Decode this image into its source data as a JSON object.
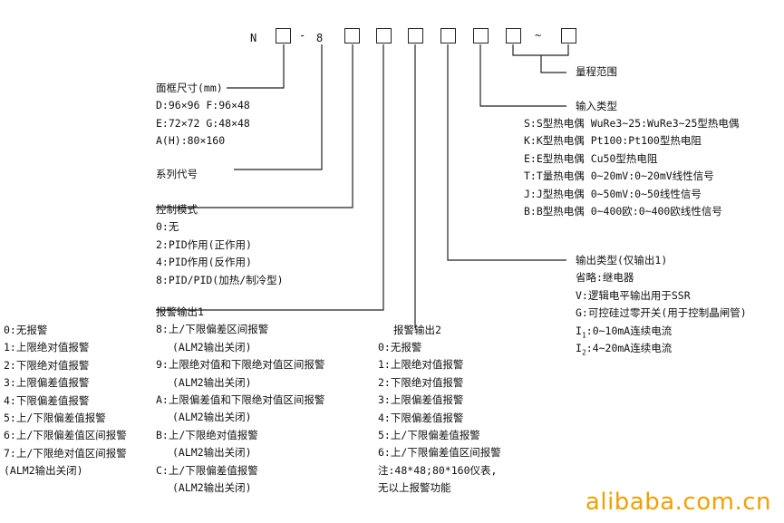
{
  "header": {
    "prefix": "N",
    "dash": "-",
    "series": "8",
    "tilde": "~"
  },
  "range": {
    "title": "量程范围"
  },
  "panel_size": {
    "title": "面框尺寸(mm)",
    "items": [
      "D:96×96 F:96×48",
      "E:72×72 G:48×48",
      "A(H):80×160"
    ]
  },
  "series_code": {
    "title": "系列代号"
  },
  "control_mode": {
    "title": "控制模式",
    "items": [
      "0:无",
      "2:PID作用(正作用)",
      "4:PID作用(反作用)",
      "8:PID/PID(加热/制冷型)"
    ]
  },
  "input_type": {
    "title": "输入类型",
    "items": [
      "S:S型热电偶  WuRe3~25:WuRe3~25型热电偶",
      "K:K型热电偶  Pt100:Pt100型热电阻",
      "E:E型热电偶  Cu50型热电阻",
      "T:T量热电偶  0~20mV:0~20mV线性信号",
      "J:J型热电偶  0~50mV:0~50线性信号",
      "B:B型热电偶  0~400欧:0~400欧线性信号"
    ]
  },
  "output_type": {
    "title": "输出类型(仅输出1)",
    "items": [
      "省略:继电器",
      "V:逻辑电平输出用于SSR",
      "G:可控硅过零开关(用于控制晶闸管)"
    ],
    "i1_label": "I",
    "i1_sub": "1",
    "i1_text": ":0~10mA连续电流",
    "i2_label": "I",
    "i2_sub": "2",
    "i2_text": ":4~20mA连续电流"
  },
  "alarm1_left": {
    "items": [
      "0:无报警",
      "1:上限绝对值报警",
      "2:下限绝对值报警",
      "3:上限偏差值报警",
      "4:下限偏差值报警",
      "5:上/下限偏差值报警",
      "6:上/下限偏差值区间报警",
      "7:上/下限绝对值区间报警",
      "(ALM2输出关闭)"
    ]
  },
  "alarm1": {
    "title": "报警输出1",
    "items": [
      "8:上/下限偏差区间报警",
      "(ALM2输出关闭)",
      "9:上限绝对值和下限绝对值区间报警",
      "(ALM2输出关闭)",
      "A:上限偏差值和下限绝对值区间报警",
      "(ALM2输出关闭)",
      "B:上/下限绝对值报警",
      "(ALM2输出关闭)",
      "C:上/下限偏差值报警",
      "(ALM2输出关闭)"
    ]
  },
  "alarm2": {
    "title": "报警输出2",
    "items": [
      "0:无报警",
      "1:上限绝对值报警",
      "2:下限绝对值报警",
      "3:上限偏差值报警",
      "4:下限偏差值报警",
      "5:上/下限偏差值报警",
      "6:上/下限偏差值区间报警",
      "注:48*48;80*160仪表,",
      "无以上报警功能"
    ]
  },
  "watermark": "alibaba.com.cn"
}
